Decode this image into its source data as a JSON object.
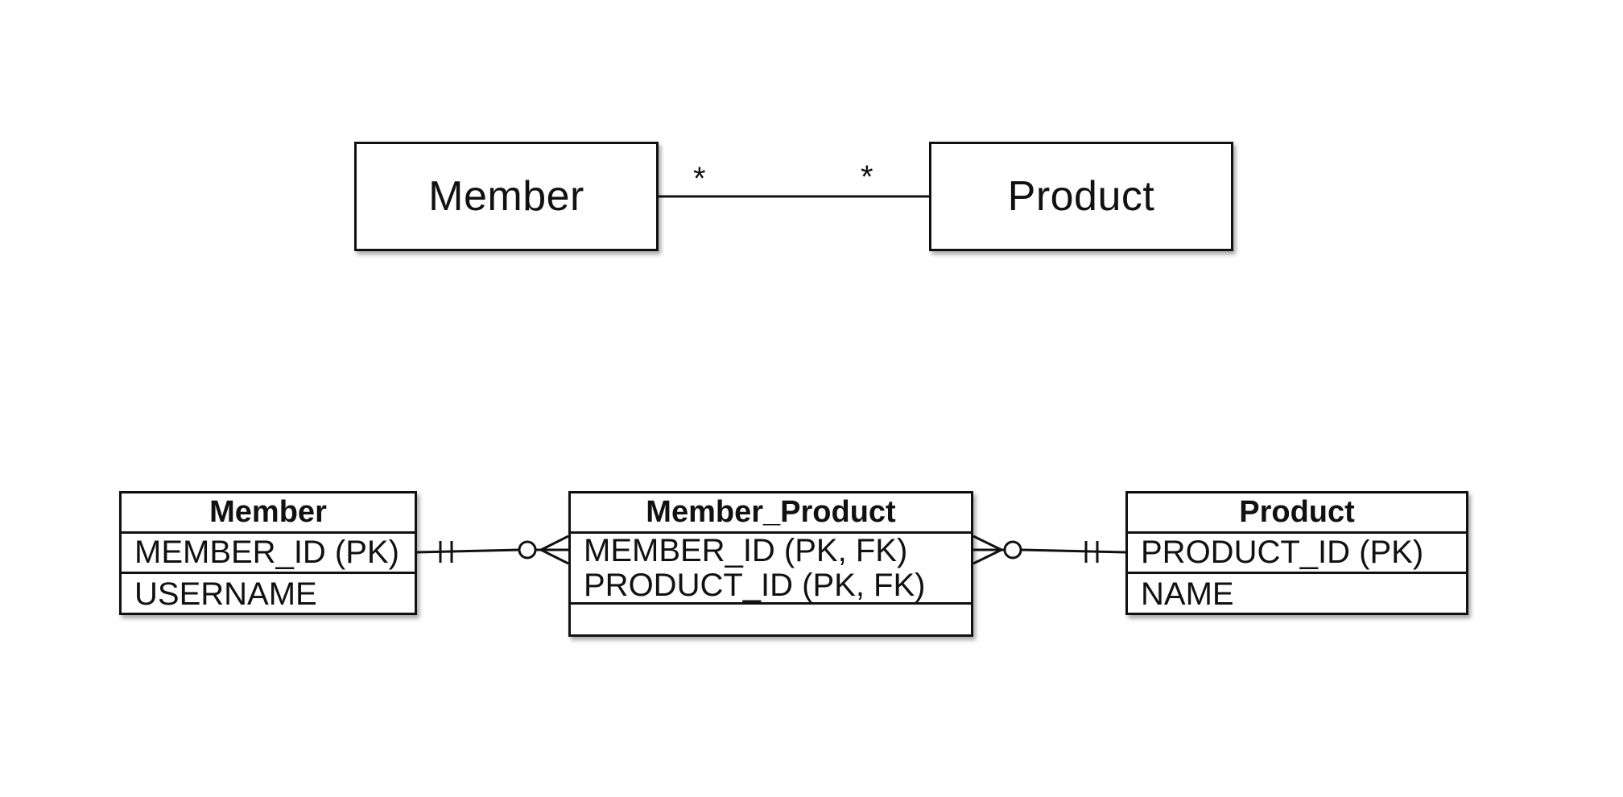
{
  "class_diagram": {
    "left_class": "Member",
    "right_class": "Product",
    "left_multiplicity": "*",
    "right_multiplicity": "*"
  },
  "erd": {
    "tables": [
      {
        "name": "Member",
        "columns": [
          "MEMBER_ID (PK)",
          "USERNAME"
        ]
      },
      {
        "name": "Member_Product",
        "key_columns": [
          "MEMBER_ID (PK, FK)",
          "PRODUCT_ID (PK, FK)"
        ],
        "columns": []
      },
      {
        "name": "Product",
        "columns": [
          "PRODUCT_ID (PK)",
          "NAME"
        ]
      }
    ],
    "relationships": [
      {
        "from": "Member",
        "to": "Member_Product",
        "from_cardinality": "one-and-only-one",
        "to_cardinality": "zero-or-many"
      },
      {
        "from": "Product",
        "to": "Member_Product",
        "from_cardinality": "one-and-only-one",
        "to_cardinality": "zero-or-many"
      }
    ]
  },
  "colors": {
    "stroke": "#111111",
    "background": "#ffffff"
  }
}
